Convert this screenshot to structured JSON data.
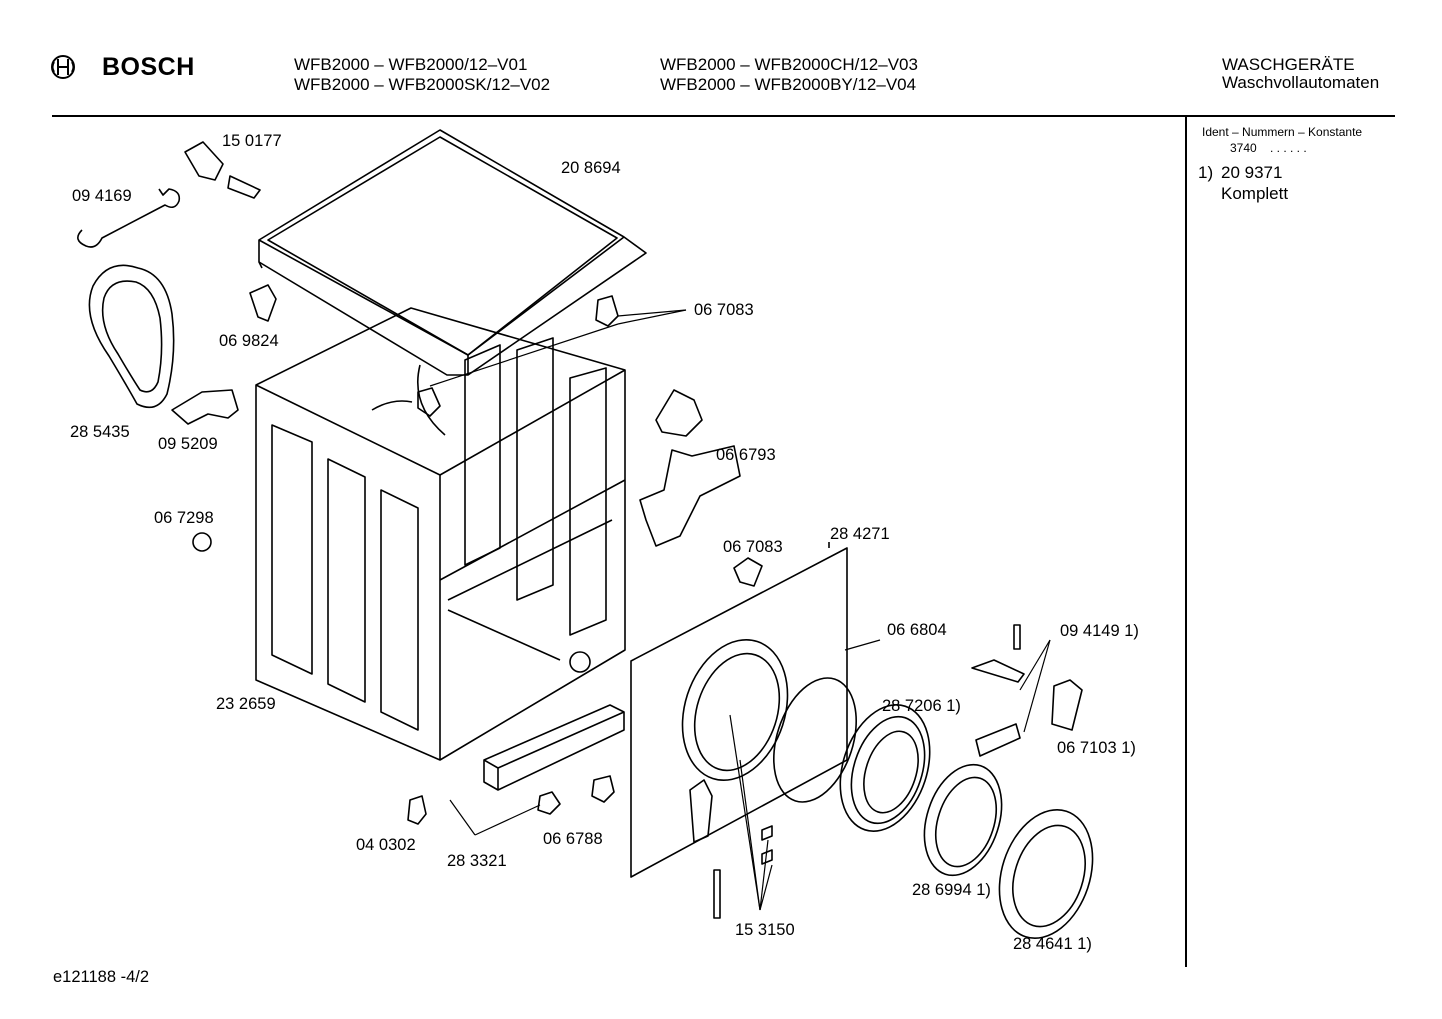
{
  "header": {
    "brand": "BOSCH",
    "models": [
      "WFB2000 – WFB2000/12–V01",
      "WFB2000 – WFB2000SK/12–V02",
      "WFB2000 – WFB2000CH/12–V03",
      "WFB2000 – WFB2000BY/12–V04"
    ],
    "category_line1": "WASCHGERÄTE",
    "category_line2": "Waschvollautomaten"
  },
  "sidebar": {
    "title": "Ident – Nummern – Konstante",
    "const_value": "3740",
    "const_dots": ". .   . . . .",
    "note_index": "1)",
    "note_number": "20 9371",
    "note_text": "Komplett"
  },
  "parts": [
    "15 0177",
    "20 8694",
    "09 4169",
    "06 9824",
    "06 7083",
    "28 5435",
    "09 5209",
    "06 6793",
    "06 7298",
    "06 7083",
    "28 4271",
    "06 6804",
    "09 4149 1)",
    "28 7206 1)",
    "23 2659",
    "06 7103 1)",
    "04 0302",
    "28 3321",
    "06 6788",
    "28 6994 1)",
    "15 3150",
    "28 4641 1)"
  ],
  "footer": {
    "drawing_id": "e121188 -4/2"
  }
}
